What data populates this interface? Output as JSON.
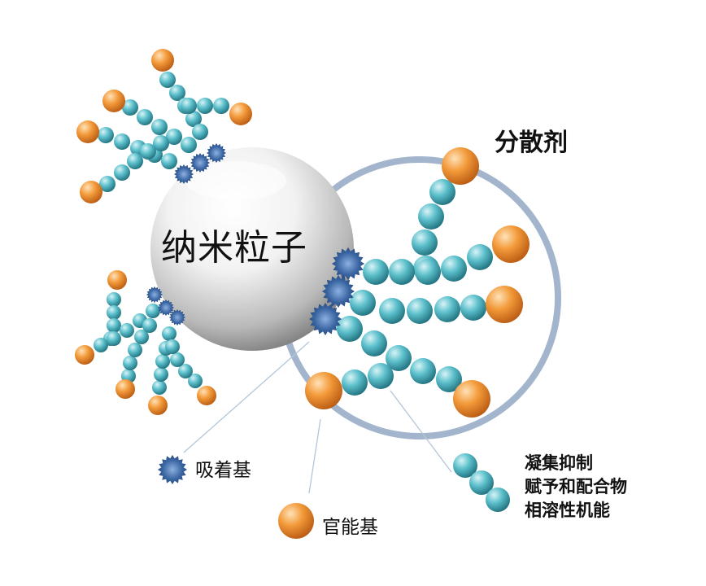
{
  "labels": {
    "particle": "纳米粒子",
    "dispersant": "分散剂",
    "adsorption_group": "吸着基",
    "functional_group": "官能基",
    "functions": [
      "凝集抑制",
      "赋予和配合物",
      "相溶性机能"
    ]
  },
  "colors": {
    "bead_teal": "#3aa3b0",
    "bead_orange": "#ef8a2c",
    "anchor_navy": "#2f5a92",
    "halo_ring": "#9fb3cc",
    "leader_line": "#a9bfd6"
  }
}
